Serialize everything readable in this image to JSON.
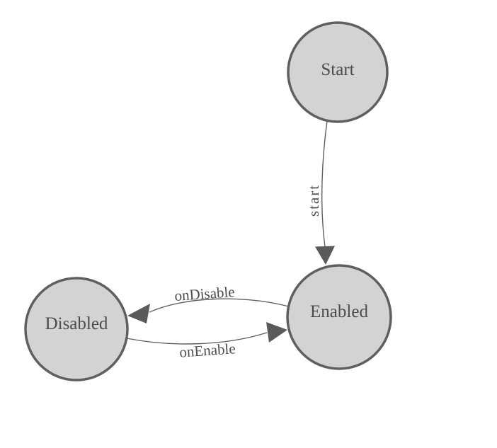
{
  "diagram": {
    "type": "state-machine",
    "background": "#ffffff",
    "colors": {
      "node_fill": "#d3d3d3",
      "node_stroke": "#5f5f5f",
      "edge": "#606060",
      "arrowhead": "#5a5a5a",
      "label_text": "#4c4c50"
    },
    "nodes": [
      {
        "id": "start",
        "label": "Start"
      },
      {
        "id": "enabled",
        "label": "Enabled"
      },
      {
        "id": "disabled",
        "label": "Disabled"
      }
    ],
    "edges": [
      {
        "from": "Start",
        "to": "Enabled",
        "label": "start"
      },
      {
        "from": "Enabled",
        "to": "Disabled",
        "label": "onDisable"
      },
      {
        "from": "Disabled",
        "to": "Enabled",
        "label": "onEnable"
      }
    ]
  }
}
